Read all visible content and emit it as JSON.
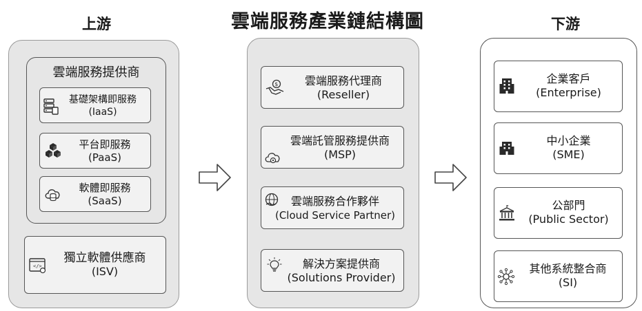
{
  "title": "雲端服務產業鏈結構圖",
  "upstream": {
    "header": "上游",
    "group_title": "雲端服務提供商",
    "items": [
      {
        "name": "基礎架構即服務",
        "sub": "(IaaS)",
        "icon": "server-icon"
      },
      {
        "name": "平台即服務",
        "sub": "(PaaS)",
        "icon": "stacked-cubes-icon"
      },
      {
        "name": "軟體即服務",
        "sub": "(SaaS)",
        "icon": "cloud-database-icon"
      }
    ],
    "isv": {
      "name": "獨立軟體供應商",
      "sub": "(ISV)",
      "icon": "code-window-icon"
    }
  },
  "midstream": {
    "items": [
      {
        "name": "雲端服務代理商",
        "sub": "(Reseller)",
        "icon": "handshake-dollar-icon"
      },
      {
        "name": "雲端託管服務提供商",
        "sub": "(MSP)",
        "icon": "cloud-gear-icon"
      },
      {
        "name": "雲端服務合作夥伴",
        "sub": "(Cloud Service Partner)",
        "icon": "globe-handshake-icon"
      },
      {
        "name": "解決方案提供商",
        "sub": "(Solutions Provider)",
        "icon": "lightbulb-icon"
      }
    ]
  },
  "downstream": {
    "header": "下游",
    "items": [
      {
        "name": "企業客戶",
        "sub": "(Enterprise)",
        "icon": "office-building-icon"
      },
      {
        "name": "中小企業",
        "sub": "(SME)",
        "icon": "small-building-icon"
      },
      {
        "name": "公部門",
        "sub": "(Public Sector)",
        "icon": "government-building-icon"
      },
      {
        "name": "其他系統整合商",
        "sub": "(SI)",
        "icon": "network-nodes-icon"
      }
    ]
  },
  "colors": {
    "panel_gray": "#e6e6e6",
    "box_gray": "#f2f2f2",
    "border": "#555555",
    "text": "#1a1a1a"
  }
}
